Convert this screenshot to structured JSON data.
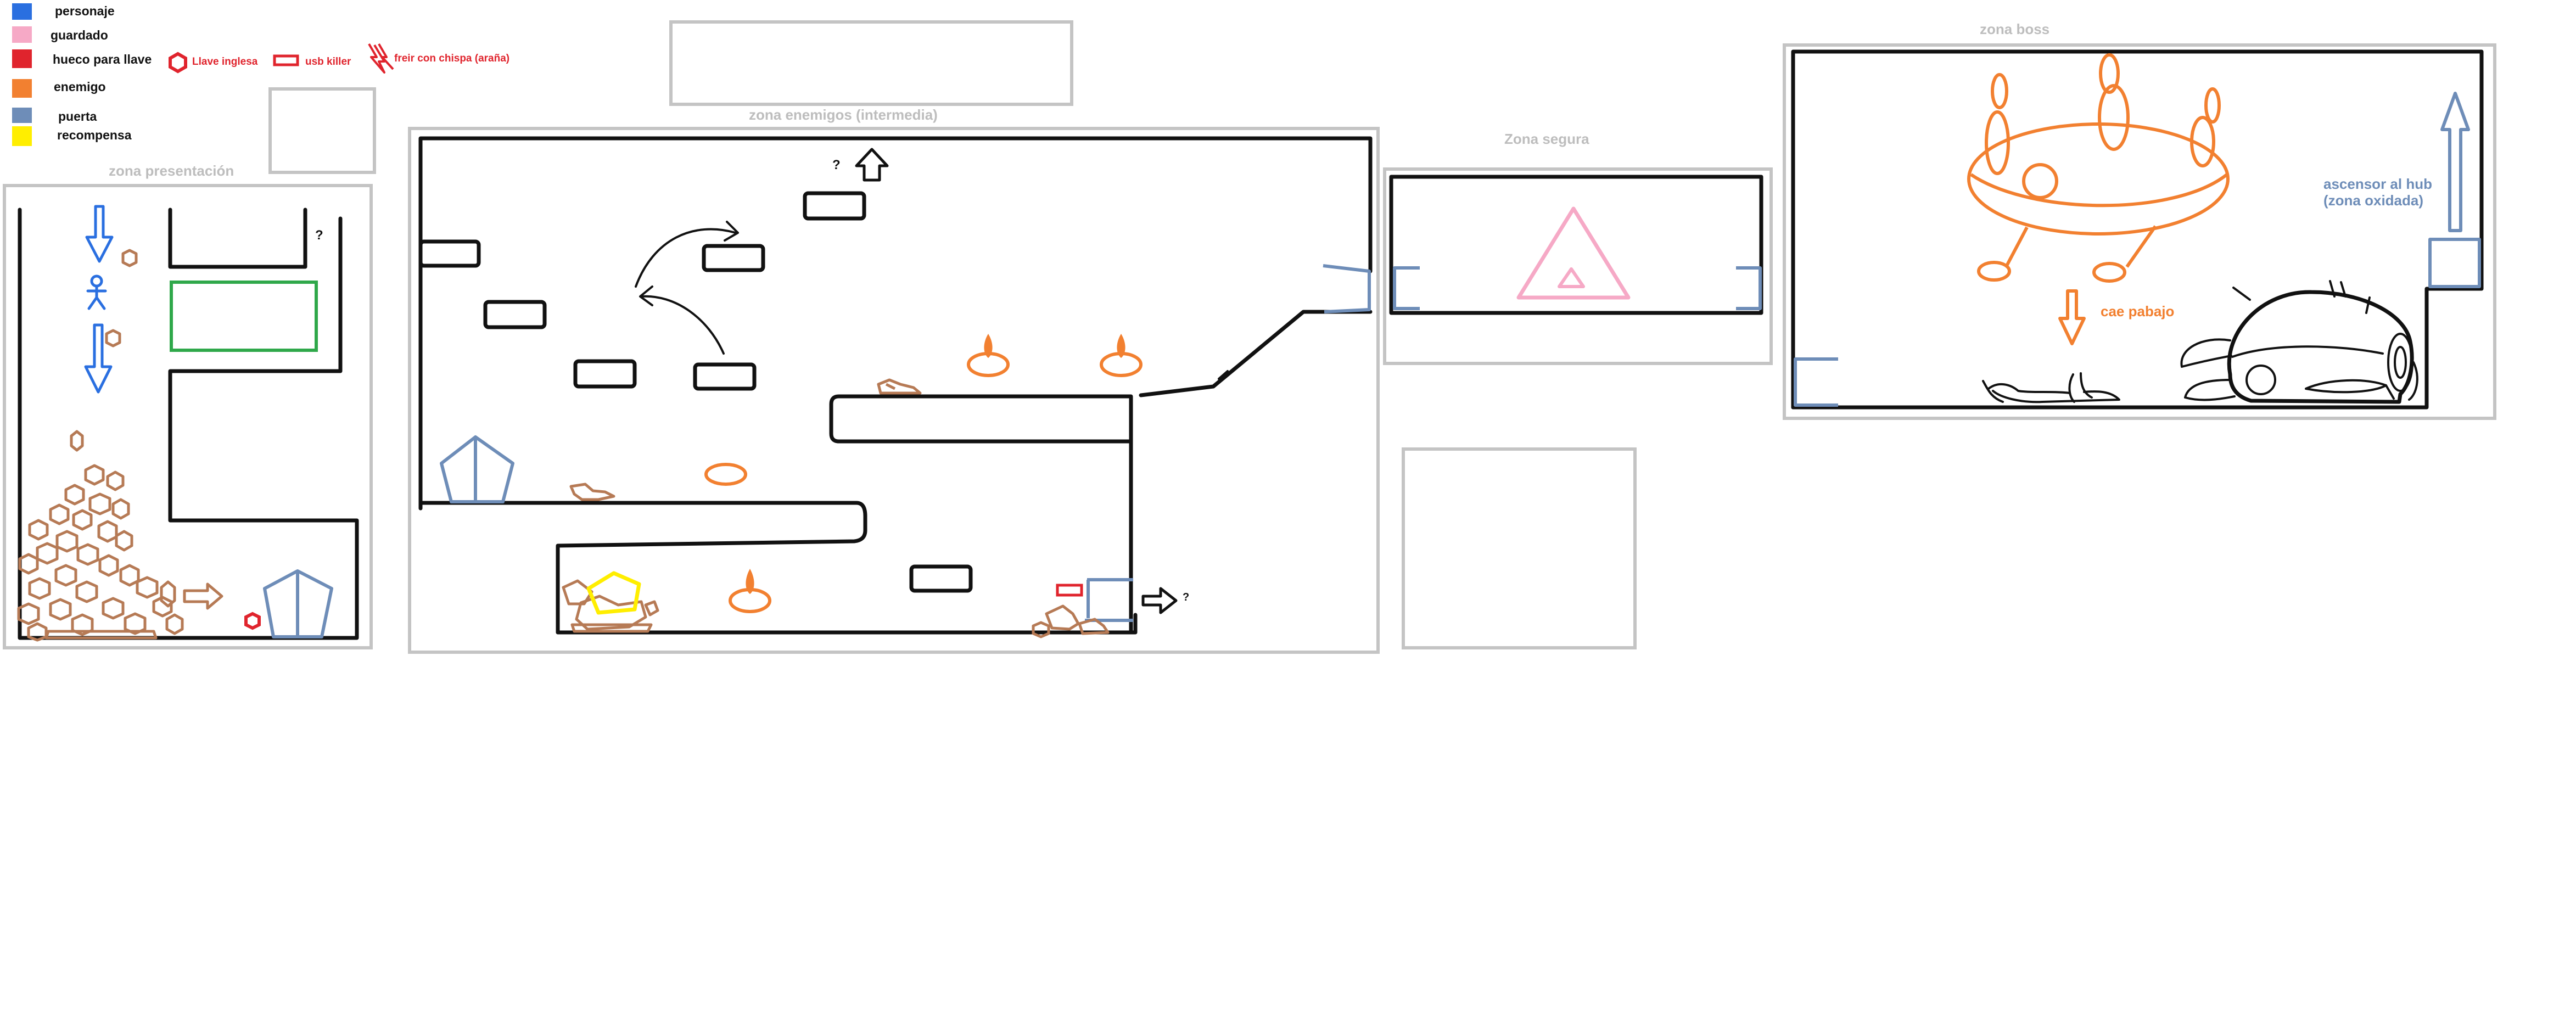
{
  "colors": {
    "personaje": "#2a6fe0",
    "guardado": "#f6a9c6",
    "hueco": "#e0242d",
    "enemigo": "#f28030",
    "puerta": "#6e8db8",
    "recompensa": "#ffee00",
    "item": "#e0242d",
    "zone_border": "#c4c4c4",
    "wall": "#111111",
    "rock": "#b67a55",
    "trigger": "#2fa84a"
  },
  "legend": {
    "items": [
      {
        "label": "personaje"
      },
      {
        "label": "guardado"
      },
      {
        "label": "hueco para llave"
      },
      {
        "label": "enemigo"
      },
      {
        "label": "puerta"
      },
      {
        "label": "recompensa"
      }
    ],
    "keys": [
      {
        "label": "Llave inglesa",
        "icon": "hexagon-icon"
      },
      {
        "label": "usb killer",
        "icon": "usb-icon"
      },
      {
        "label": "freir con chispa (araña)",
        "icon": "spark-icon"
      }
    ]
  },
  "zones": {
    "presentacion": {
      "title": "zona presentación",
      "mark": "?"
    },
    "enemigos": {
      "title": "zona enemigos (intermedia)",
      "mark_top": "?",
      "mark_right": "?"
    },
    "segura": {
      "title": "Zona segura"
    },
    "boss": {
      "title": "zona boss",
      "fall_label": "cae pabajo",
      "elevator_line1": "ascensor al hub",
      "elevator_line2": "(zona oxidada)"
    }
  }
}
